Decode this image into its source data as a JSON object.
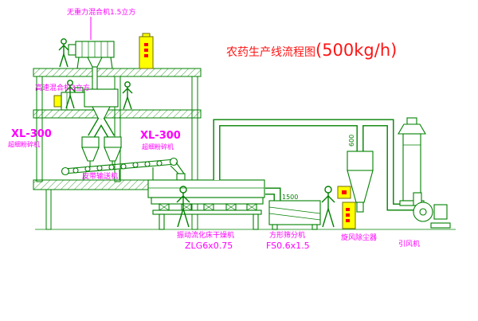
{
  "title": {
    "name": "农药生产线流程图",
    "capacity": "(500kg/h)"
  },
  "equipment_labels": {
    "gravity_mixer": "无重力混合机1.5立方",
    "high_speed_mixer": "高速混合机3立方",
    "mill_left": {
      "model": "XL-300",
      "name": "超细粉碎机"
    },
    "mill_right": {
      "model": "XL-300",
      "name": "超细粉碎机"
    },
    "belt_conveyor": "皮带输送机",
    "fluid_bed_dryer": {
      "name": "振动流化床干燥机",
      "model": "ZLG6x0.75"
    },
    "square_sifter": {
      "name": "方形筛分机",
      "model": "FS0.6x1.5"
    },
    "cyclone_dust_collector": "旋风除尘器",
    "induced_draft_fan": "引风机"
  },
  "dimensions": {
    "sifter_feed_height": "1500",
    "cyclone_diameter": "600"
  },
  "colors": {
    "line_green": "#008000",
    "label_magenta": "#ff00ff",
    "title_red": "#ff1414",
    "cabinet_yellow": "#ffff00",
    "cabinet_marking_red": "#ff0000"
  }
}
